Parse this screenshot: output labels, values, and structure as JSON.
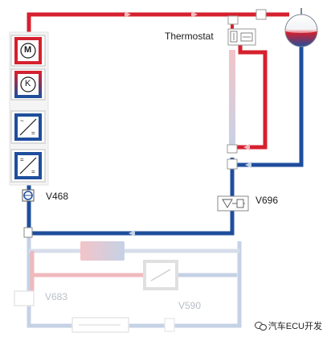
{
  "labels": {
    "thermostat": "Thermostat",
    "v468": "V468",
    "v696": "V696",
    "v683": "V683",
    "v590": "V590"
  },
  "watermark": {
    "text": "汽车ECU开发",
    "icon": "wechat-icon"
  },
  "components": {
    "motor": "M",
    "compressor": "K"
  },
  "colors": {
    "hot": "#d6202e",
    "cold": "#1f4e9c",
    "hot_faded": "#f0b9bd",
    "cold_faded": "#c5d2e6",
    "box_frame": "#c8c8c8",
    "box_faded": "#e6e6e6"
  }
}
